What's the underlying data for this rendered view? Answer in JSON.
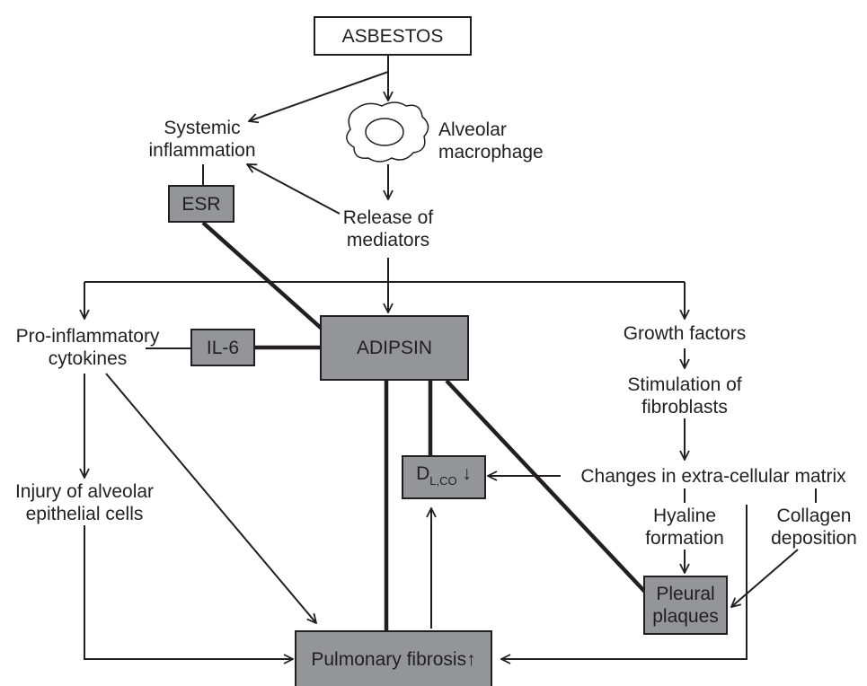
{
  "nodes": {
    "asbestos": "ASBESTOS",
    "systemic_inflammation": [
      "Systemic",
      "inflammation"
    ],
    "alveolar_macrophage": [
      "Alveolar",
      "macrophage"
    ],
    "esr": "ESR",
    "release_of_mediators": [
      "Release of",
      "mediators"
    ],
    "pro_inflammatory_cytokines": [
      "Pro-inflammatory",
      "cytokines"
    ],
    "il6": "IL-6",
    "adipsin": "ADIPSIN",
    "growth_factors": "Growth factors",
    "stimulation_of_fibroblasts": [
      "Stimulation of",
      "fibroblasts"
    ],
    "injury_of_alveolar_epithelial_cells": [
      "Injury of alveolar",
      "epithelial cells"
    ],
    "dlco": {
      "main": "D",
      "subscript": "L,CO",
      "arrow": "↓"
    },
    "changes_in_extracellular_matrix": "Changes in extra-cellular matrix",
    "hyaline_formation": [
      "Hyaline",
      "formation"
    ],
    "collagen_deposition": [
      "Collagen",
      "deposition"
    ],
    "pleural_plaques": [
      "Pleural",
      "plaques"
    ],
    "pulmonary_fibrosis": {
      "text": "Pulmonary fibrosis",
      "arrow": "↑"
    }
  },
  "colors": {
    "line": "#231f20",
    "grey_box": "#939598",
    "white_box": "#ffffff"
  }
}
